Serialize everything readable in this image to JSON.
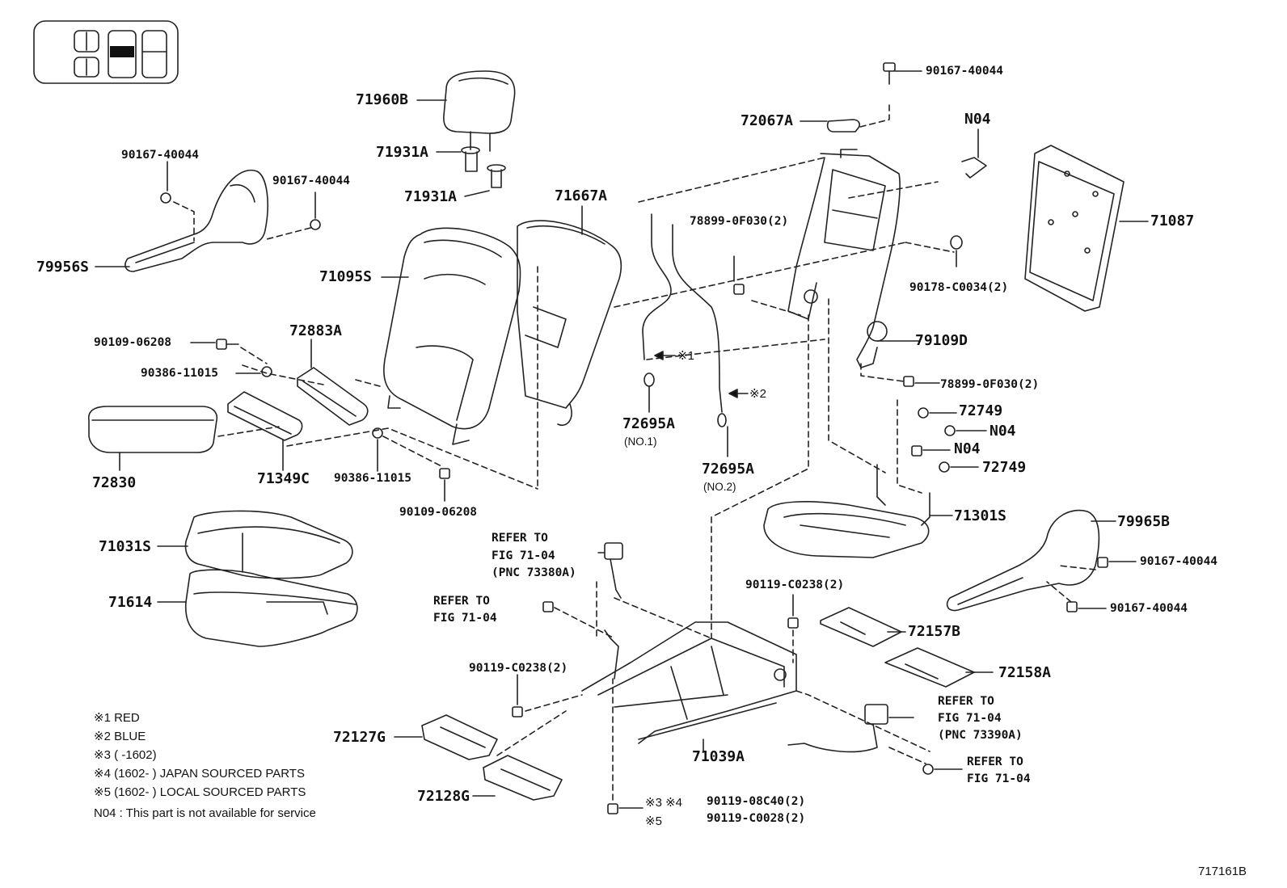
{
  "parts": {
    "p71960B": "71960B",
    "p71931A_1": "71931A",
    "p71931A_2": "71931A",
    "p90167_a": "90167-40044",
    "p90167_b": "90167-40044",
    "p79956S": "79956S",
    "p71667A": "71667A",
    "p71095S": "71095S",
    "p72883A": "72883A",
    "p90109_a": "90109-06208",
    "p90386_a": "90386-11015",
    "p72830": "72830",
    "p71349C": "71349C",
    "p90386_b": "90386-11015",
    "p90109_b": "90109-06208",
    "p71031S": "71031S",
    "p71614": "71614",
    "p90167_c": "90167-40044",
    "p72067A": "72067A",
    "pN04_top": "N04",
    "p71087": "71087",
    "p78899_a": "78899-0F030(2)",
    "p90178": "90178-C0034(2)",
    "p79109D": "79109D",
    "p78899_b": "78899-0F030(2)",
    "p72749_a": "72749",
    "pN04_a": "N04",
    "pN04_b": "N04",
    "p72749_b": "72749",
    "p72695A_1": "72695A",
    "p72695A_2": "72695A",
    "p71301S": "71301S",
    "p79965B": "79965B",
    "p90167_d": "90167-40044",
    "p90167_e": "90167-40044",
    "p90119_a": "90119-C0238(2)",
    "p72157B": "72157B",
    "p72158A": "72158A",
    "p90119_b": "90119-C0238(2)",
    "p71039A": "71039A",
    "p72127G": "72127G",
    "p72128G": "72128G",
    "p90119_08": "90119-08C40(2)",
    "p90119_C0028": "90119-C0028(2)"
  },
  "annotations": {
    "no1": "(NO.1)",
    "no2": "(NO.2)",
    "mark1": "※1",
    "mark2": "※2",
    "mark34": "※3 ※4",
    "mark5": "※5",
    "refer1": [
      "REFER TO",
      "FIG 71-04",
      "(PNC 73380A)"
    ],
    "refer2": [
      "REFER TO",
      "FIG 71-04"
    ],
    "refer3": [
      "REFER TO",
      "FIG 71-04",
      "(PNC 73390A)"
    ],
    "refer4": [
      "REFER TO",
      "FIG 71-04"
    ]
  },
  "legend": [
    "※1   RED",
    "※2   BLUE",
    "※3 (        -1602)",
    "※4 (1602-        ) JAPAN SOURCED PARTS",
    "※5 (1602-        ) LOCAL SOURCED PARTS",
    "N04 : This part is not available for service"
  ],
  "diagram_id": "717161B"
}
